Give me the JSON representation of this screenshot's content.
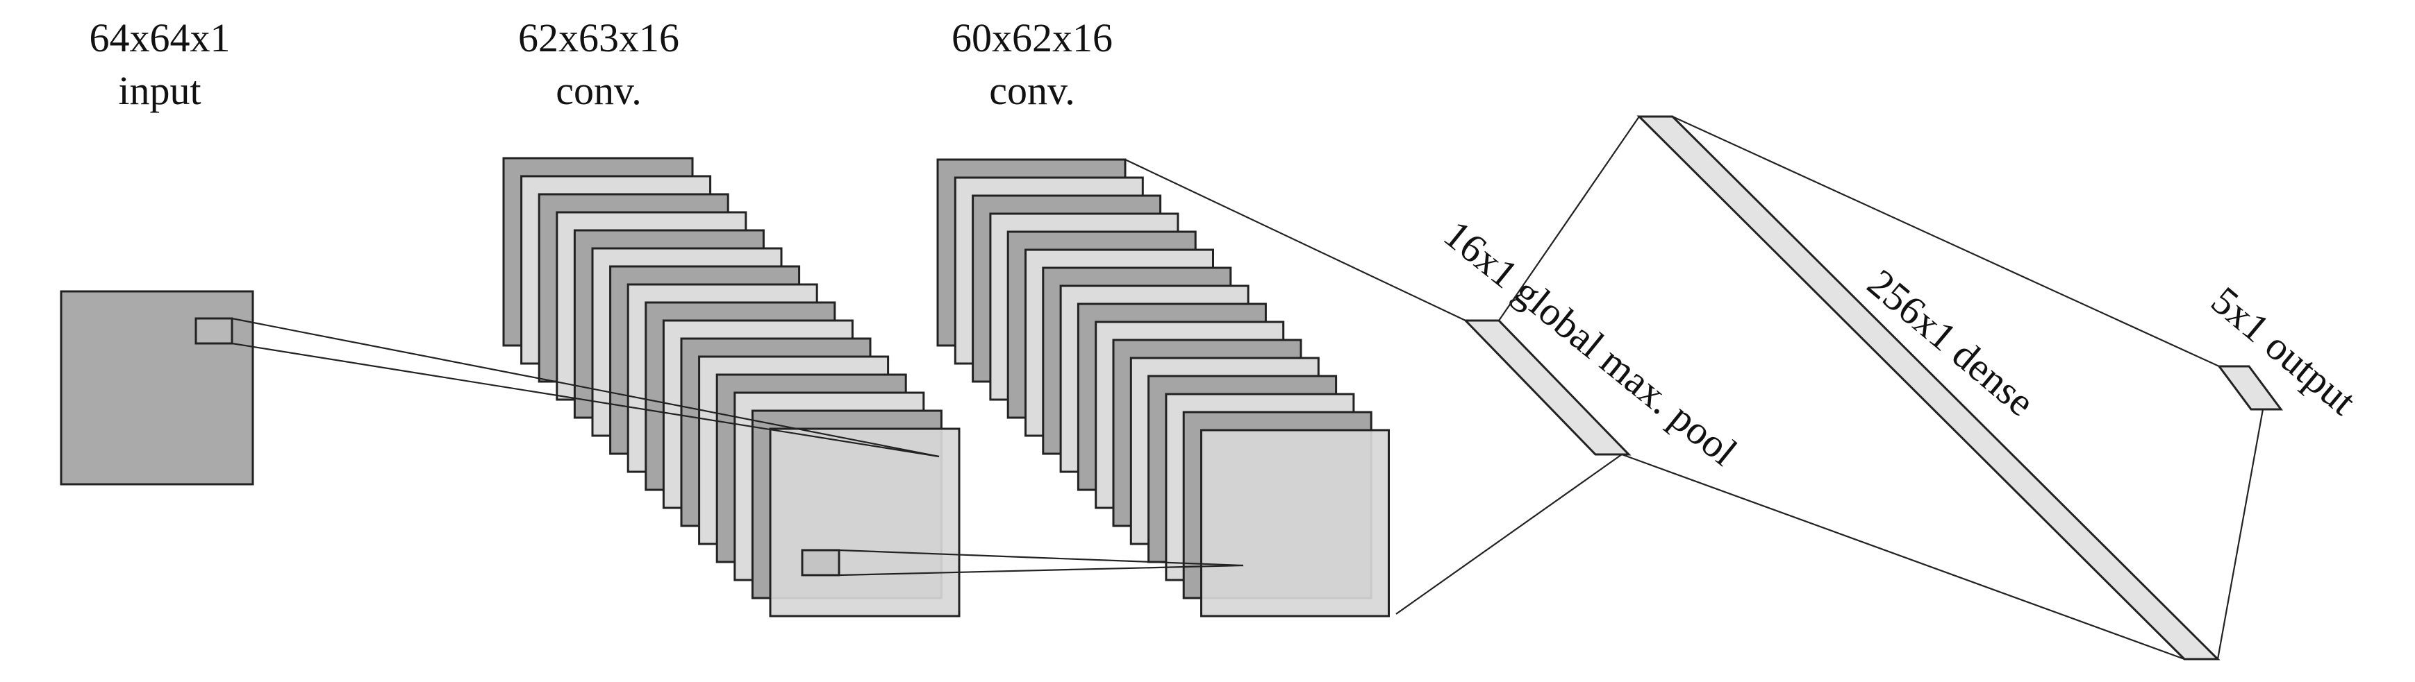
{
  "layers": {
    "input": {
      "size": "64x64x1",
      "kind": "input"
    },
    "conv1": {
      "size": "62x63x16",
      "kind": "conv."
    },
    "conv2": {
      "size": "60x62x16",
      "kind": "conv."
    },
    "pool": {
      "label": "16x1 global max. pool"
    },
    "dense": {
      "label": "256x1 dense"
    },
    "output": {
      "label": "5x1 output"
    }
  },
  "colors": {
    "input_fill": "#aaaaaa",
    "map_dark": "#a5a5a5",
    "map_light": "#dcdcdc",
    "front_map": "#d7d7d7",
    "vector_fill": "#e3e3e3",
    "stroke": "#222222"
  }
}
